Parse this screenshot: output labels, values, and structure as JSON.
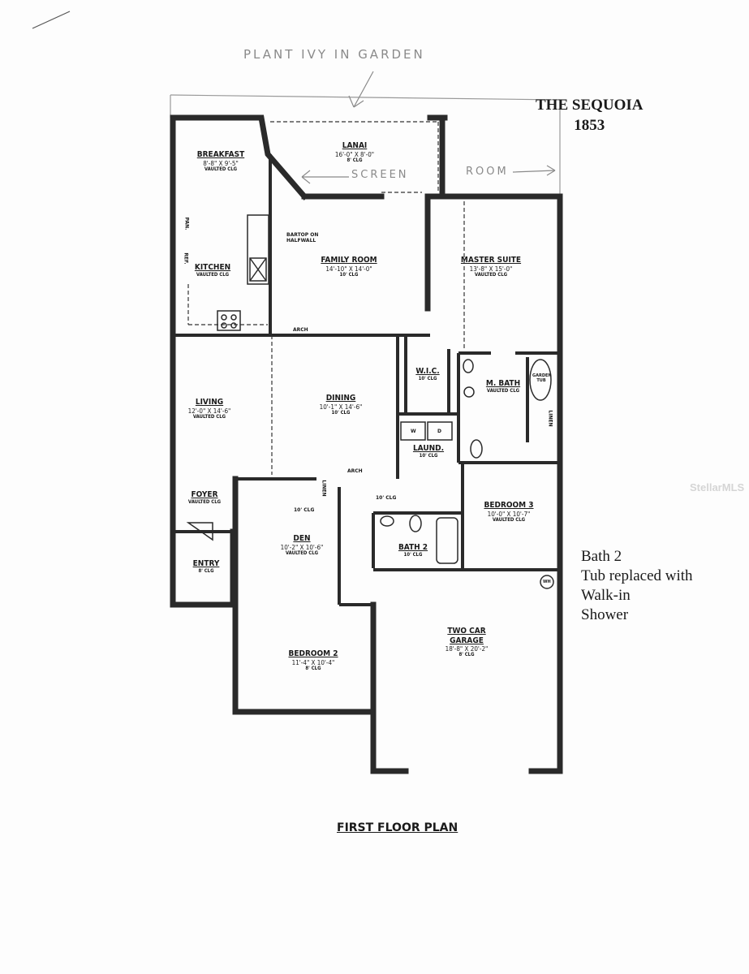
{
  "title": {
    "name": "THE SEQUOIA",
    "number": "1853"
  },
  "handwritten": {
    "top": "PLANT IVY IN GARDEN",
    "screen": "SCREEN",
    "room": "ROOM"
  },
  "caption": "FIRST FLOOR PLAN",
  "note": [
    "Bath 2",
    "Tub replaced with",
    "Walk-in",
    "Shower"
  ],
  "watermark": "StellarMLS",
  "rooms": {
    "lanai": {
      "name": "LANAI",
      "dims": "16'-0\" X 8'-0\"",
      "ceiling": "8' CLG"
    },
    "breakfast": {
      "name": "BREAKFAST",
      "dims": "8'-8\" X 9'-5\"",
      "ceiling": "VAULTED CLG"
    },
    "kitchen": {
      "name": "KITCHEN",
      "ceiling": "VAULTED CLG"
    },
    "family": {
      "name": "FAMILY ROOM",
      "dims": "14'-10\" X 14'-0\"",
      "ceiling": "10' CLG"
    },
    "master": {
      "name": "MASTER SUITE",
      "dims": "13'-8\" X 15'-0\"",
      "ceiling": "VAULTED CLG"
    },
    "wic": {
      "name": "W.I.C.",
      "ceiling": "10' CLG"
    },
    "mbath": {
      "name": "M. BATH",
      "ceiling": "VAULTED CLG"
    },
    "living": {
      "name": "LIVING",
      "dims": "12'-0\" X 14'-6\"",
      "ceiling": "VAULTED CLG"
    },
    "dining": {
      "name": "DINING",
      "dims": "10'-1\" X 14'-6\"",
      "ceiling": "10' CLG"
    },
    "laund": {
      "name": "LAUND.",
      "ceiling": "10' CLG"
    },
    "foyer": {
      "name": "FOYER",
      "ceiling": "VAULTED CLG"
    },
    "den": {
      "name": "DEN",
      "dims": "10'-2\" X 10'-6\"",
      "ceiling": "VAULTED CLG"
    },
    "bedroom3": {
      "name": "BEDROOM 3",
      "dims": "10'-0\" X 10'-7\"",
      "ceiling": "VAULTED CLG"
    },
    "bath2": {
      "name": "BATH 2",
      "ceiling": "10' CLG"
    },
    "entry": {
      "name": "ENTRY",
      "ceiling": "8' CLG"
    },
    "bedroom2": {
      "name": "BEDROOM 2",
      "dims": "11'-4\" X 10'-4\"",
      "ceiling": "8' CLG"
    },
    "garage": {
      "name": "TWO CAR GARAGE",
      "dims": "18'-8\" X 20'-2\"",
      "ceiling": "8' CLG"
    }
  },
  "labels": {
    "pantry": "PAN.",
    "ref": "REF.",
    "bartop": "BARTOP ON",
    "halfwall": "HALFWALL",
    "arch": "ARCH",
    "hall_clg": "10' CLG",
    "den_clg": "10' CLG",
    "linen": "LINEN",
    "garden_tub": "GARDEN TUB",
    "wh": "WH",
    "washer": "W",
    "dryer": "D"
  }
}
